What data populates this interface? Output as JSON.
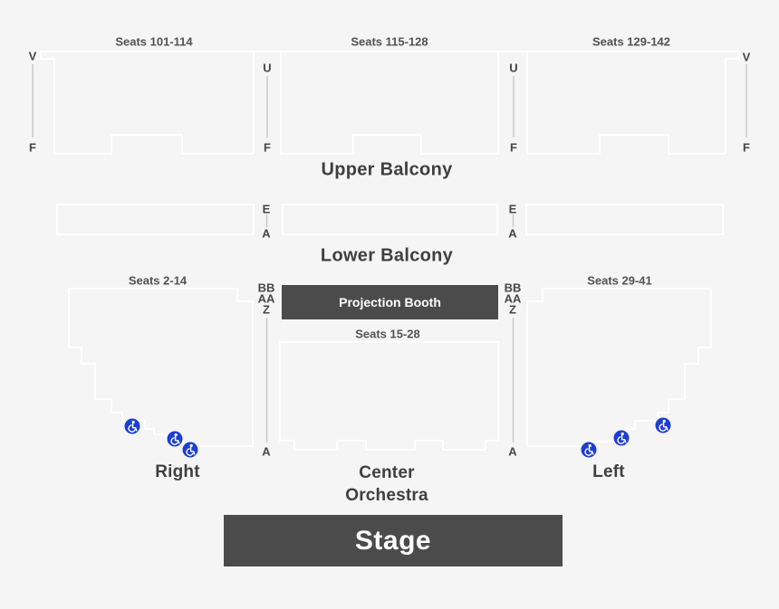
{
  "colors": {
    "background": "#f5f5f5",
    "section_outline": "#ffffff",
    "dark_box": "#4b4b4b",
    "dark_box_text": "#ffffff",
    "label_text": "#4c4c4c",
    "accessible_blue": "#1c3ed2",
    "aisle_line": "#c6c6c6"
  },
  "upper_balcony": {
    "label": "Upper Balcony",
    "section_labels": [
      "Seats 101-114",
      "Seats 115-128",
      "Seats 129-142"
    ],
    "row_letters": [
      "V",
      "F",
      "U",
      "F",
      "U",
      "F",
      "V",
      "F"
    ]
  },
  "lower_balcony": {
    "label": "Lower Balcony",
    "row_letters": [
      "E",
      "A",
      "E",
      "A"
    ]
  },
  "orchestra": {
    "label": "Orchestra",
    "area_labels": [
      "Right",
      "Center",
      "Left"
    ],
    "section_labels": [
      "Seats 2-14",
      "Seats 15-28",
      "Seats 29-41"
    ],
    "row_stack_left": [
      "BB",
      "AA",
      "Z"
    ],
    "row_stack_right": [
      "BB",
      "AA",
      "Z"
    ],
    "row_letters_bottom": [
      "A",
      "A"
    ]
  },
  "projection_booth": {
    "label": "Projection Booth"
  },
  "stage": {
    "label": "Stage"
  },
  "icons": {
    "wheelchair": {
      "name": "wheelchair-accessible-icon",
      "glyph": "♿",
      "count": 6
    }
  }
}
